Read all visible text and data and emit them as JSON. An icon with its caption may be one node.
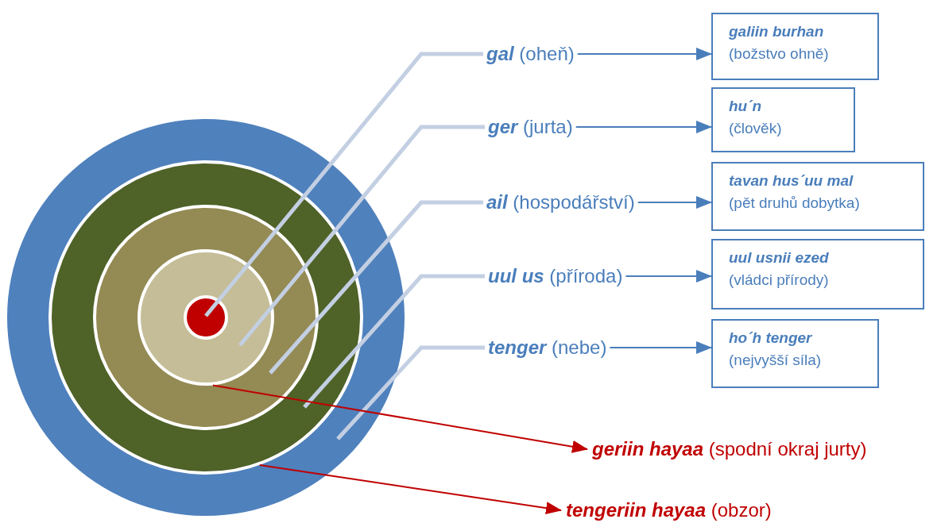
{
  "diagram": {
    "nodes": [
      {
        "text": [],
        "shape": "circle"
      },
      {
        "text": [],
        "shape": "circle",
        "in": 0
      },
      {
        "text": [],
        "shape": "circle",
        "in": 1
      },
      {
        "text": [],
        "shape": "circle",
        "in": 2
      },
      {
        "text": [],
        "shape": "circle",
        "in": 3
      },
      {
        "text": [
          "**gal** (oheň)"
        ]
      },
      {
        "text": [
          "**ger** (jurta)"
        ]
      },
      {
        "text": [
          "**ail** (hospodářství)"
        ]
      },
      {
        "text": [
          "**uul us** (příroda)"
        ]
      },
      {
        "text": [
          "**tenger** (nebe)"
        ]
      },
      {
        "text": [
          "galiin burhan",
          "(božstvo ohně)"
        ]
      },
      {
        "text": [
          "hu´n",
          "(člověk)"
        ]
      },
      {
        "text": [
          "tavan hus´uu mal",
          "(pět druhů dobytka)"
        ]
      },
      {
        "text": [
          "uul usnii ezed",
          "(vládci přírody)"
        ]
      },
      {
        "text": [
          "ho´h tenger",
          "(nejvyšší síla)"
        ]
      },
      {
        "text": [
          "**geriin hayaa** (spodní okraj jurty)"
        ]
      },
      {
        "text": [
          "**tengeriin hayaa** (obzor)"
        ]
      }
    ],
    "edges": [
      {
        "from": 5,
        "to": 10,
        "arrow": "to"
      },
      {
        "from": 6,
        "to": 11,
        "arrow": "to"
      },
      {
        "from": 7,
        "to": 12,
        "arrow": "to"
      },
      {
        "from": 8,
        "to": 13,
        "arrow": "to"
      },
      {
        "from": 9,
        "to": 14,
        "arrow": "to"
      },
      {
        "from": 5,
        "to": 4,
        "arrow": "none",
        "style": "thick",
        "color": "#c3cfe2"
      },
      {
        "from": 6,
        "to": 3,
        "arrow": "none",
        "style": "thick",
        "color": "#c3cfe2"
      },
      {
        "from": 7,
        "to": 2,
        "arrow": "none",
        "style": "thick",
        "color": "#c3cfe2"
      },
      {
        "from": 8,
        "to": 1,
        "arrow": "none",
        "style": "thick",
        "color": "#c3cfe2"
      },
      {
        "from": 9,
        "to": 0,
        "arrow": "none",
        "style": "thick",
        "color": "#c3cfe2"
      },
      {
        "from": 3,
        "to": 15,
        "arrow": "to",
        "color": "#c00000"
      },
      {
        "from": 1,
        "to": 16,
        "arrow": "to",
        "color": "#c00000"
      }
    ]
  }
}
